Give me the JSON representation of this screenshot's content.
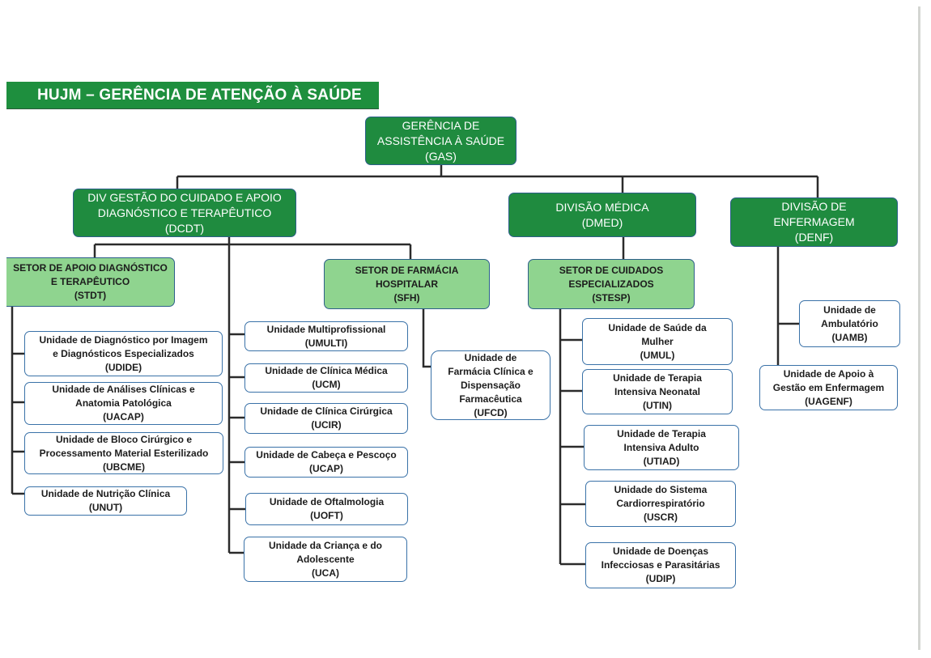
{
  "banner": {
    "title": "HUJM – GERÊNCIA DE ATENÇÃO À SAÚDE"
  },
  "colors": {
    "dark_green": "#1f8b3f",
    "light_green": "#8fd48f",
    "border_blue": "#3a72a8",
    "line": "#2b2b2b"
  },
  "root": {
    "lines": [
      "GERÊNCIA DE",
      "ASSISTÊNCIA À SAÚDE",
      "(GAS)"
    ]
  },
  "divisions": [
    {
      "id": "dcdt",
      "lines": [
        "DIV GESTÃO DO CUIDADO E APOIO",
        "DIAGNÓSTICO E TERAPÊUTICO",
        "(DCDT)"
      ]
    },
    {
      "id": "dmed",
      "lines": [
        "DIVISÃO MÉDICA",
        "(DMED)"
      ]
    },
    {
      "id": "denf",
      "lines": [
        "DIVISÃO DE",
        "ENFERMAGEM",
        "(DENF)"
      ]
    }
  ],
  "sectors": [
    {
      "id": "stdt",
      "lines": [
        "SETOR DE APOIO DIAGNÓSTICO",
        "E TERAPÊUTICO",
        "(STDT)"
      ]
    },
    {
      "id": "sfh",
      "lines": [
        "SETOR DE FARMÁCIA",
        "HOSPITALAR",
        "(SFH)"
      ]
    },
    {
      "id": "stesp",
      "lines": [
        "SETOR DE CUIDADOS",
        "ESPECIALIZADOS",
        "(STESP)"
      ]
    }
  ],
  "units": {
    "stdt": [
      {
        "lines": [
          "Unidade de Diagnóstico por Imagem",
          "e Diagnósticos Especializados",
          "(UDIDE)"
        ]
      },
      {
        "lines": [
          "Unidade de Análises Clínicas  e",
          "Anatomia Patológica",
          "(UACAP)"
        ]
      },
      {
        "lines": [
          "Unidade de Bloco Cirúrgico e",
          "Processamento Material Esterilizado",
          "(UBCME)"
        ]
      },
      {
        "lines": [
          "Unidade de Nutrição Clínica",
          "(UNUT)"
        ]
      }
    ],
    "dcdt_direct": [
      {
        "lines": [
          "Unidade Multiprofissional",
          "(UMULTI)"
        ]
      },
      {
        "lines": [
          "Unidade de Clínica Médica",
          "(UCM)"
        ]
      },
      {
        "lines": [
          "Unidade de Clínica Cirúrgica",
          "(UCIR)"
        ]
      },
      {
        "lines": [
          "Unidade de Cabeça e Pescoço",
          "(UCAP)"
        ]
      },
      {
        "lines": [
          "Unidade de Oftalmologia",
          "(UOFT)"
        ]
      },
      {
        "lines": [
          "Unidade da Criança e do",
          "Adolescente",
          "(UCA)"
        ]
      }
    ],
    "sfh": [
      {
        "lines": [
          "Unidade de",
          "Farmácia Clínica e",
          "Dispensação",
          "Farmacêutica",
          "(UFCD)"
        ]
      }
    ],
    "stesp": [
      {
        "lines": [
          "Unidade de Saúde da",
          "Mulher",
          "(UMUL)"
        ]
      },
      {
        "lines": [
          "Unidade de Terapia",
          "Intensiva Neonatal",
          "(UTIN)"
        ]
      },
      {
        "lines": [
          "Unidade de Terapia",
          "Intensiva Adulto",
          "(UTIAD)"
        ]
      },
      {
        "lines": [
          "Unidade do Sistema",
          "Cardiorrespiratório",
          "(USCR)"
        ]
      },
      {
        "lines": [
          "Unidade de Doenças",
          "Infecciosas e Parasitárias",
          "(UDIP)"
        ]
      }
    ],
    "denf": [
      {
        "lines": [
          "Unidade de",
          "Ambulatório",
          "(UAMB)"
        ]
      },
      {
        "lines": [
          "Unidade de Apoio à",
          "Gestão em Enfermagem",
          "(UAGENF)"
        ]
      }
    ]
  }
}
